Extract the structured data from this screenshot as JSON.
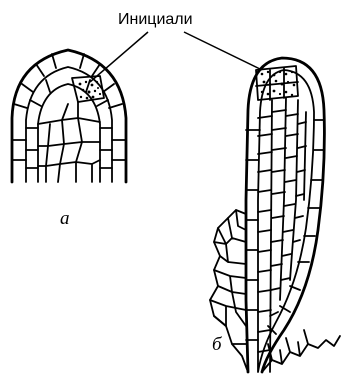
{
  "label_top": "Инициали",
  "label_a": "а",
  "label_b": "б",
  "colors": {
    "ink": "#000000",
    "background": "#ffffff"
  }
}
